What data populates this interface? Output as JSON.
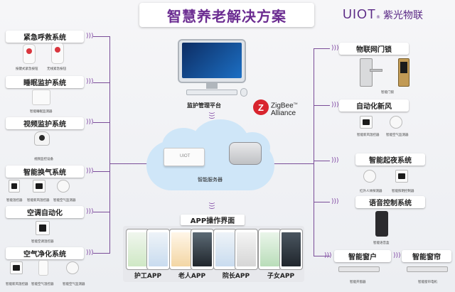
{
  "title": "智慧养老解决方案",
  "brand": {
    "name_en": "UIOT",
    "registered": "®",
    "name_cn": "紫光物联"
  },
  "colors": {
    "accent": "#6b2c91",
    "line": "#7a4d98",
    "cloud": "#cfe6f8"
  },
  "left_categories": [
    {
      "label": "紧急呼救系统",
      "captions": [
        "按键式紧急按钮",
        "无线紧急按钮"
      ]
    },
    {
      "label": "睡眠监护系统",
      "captions": [
        "智能睡眠监测器"
      ]
    },
    {
      "label": "视频监护系统",
      "captions": [
        "视频监控设备"
      ]
    },
    {
      "label": "智能换气系统",
      "captions": [
        "智能温控器",
        "智能新风温控器",
        "智能空气监测器"
      ]
    },
    {
      "label": "空调自动化",
      "captions": [
        "智能空调温控器"
      ]
    },
    {
      "label": "空气净化系统",
      "captions": [
        "智能新风温控器",
        "智能空气温控器",
        "智能空气监测器"
      ]
    }
  ],
  "right_categories": [
    {
      "label": "物联网门锁",
      "captions": [
        "智能门锁"
      ]
    },
    {
      "label": "自动化新风",
      "captions": [
        "智能新风温控器",
        "智能空气监测器"
      ]
    },
    {
      "label": "智能起夜系统",
      "captions": [
        "红外人体探测器",
        "智能照明控制器"
      ]
    },
    {
      "label": "语音控制系统",
      "captions": [
        "智能语音盒"
      ]
    },
    {
      "label": "智能窗户",
      "captions": [
        "智能开窗器"
      ]
    },
    {
      "label": "智能窗帘",
      "captions": [
        "智能窗帘电机"
      ]
    }
  ],
  "center": {
    "platform_label": "监护管理平台",
    "zigbee_line1": "ZigBee",
    "zigbee_line2": "Alliance",
    "zigbee_tm": "TM",
    "server_label": "智能服务器",
    "gateway_brand": "UIOT",
    "app_section_label": "APP操作界面"
  },
  "apps": [
    {
      "label": "护工APP"
    },
    {
      "label": "老人APP"
    },
    {
      "label": "院长APP"
    },
    {
      "label": "子女APP"
    }
  ]
}
